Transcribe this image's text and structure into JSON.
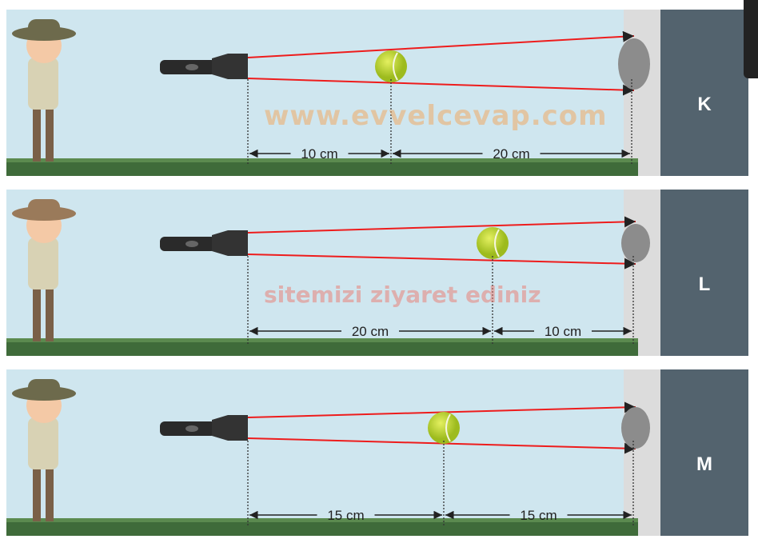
{
  "panels": [
    {
      "label": "K",
      "left_distance": "10 cm",
      "right_distance": "20 cm",
      "left_cm": 10,
      "right_cm": 20,
      "shadow_size": "large"
    },
    {
      "label": "L",
      "left_distance": "20 cm",
      "right_distance": "10 cm",
      "left_cm": 20,
      "right_cm": 10,
      "shadow_size": "small"
    },
    {
      "label": "M",
      "left_distance": "15 cm",
      "right_distance": "15 cm",
      "left_cm": 15,
      "right_cm": 15,
      "shadow_size": "medium"
    }
  ],
  "watermark": {
    "line1": "www.evvelcevap.com",
    "line2": "sitemizi ziyaret ediniz"
  },
  "colors": {
    "sky": "#cfe6ef",
    "wall_light": "#dcdcdc",
    "wall_dark": "#53636e",
    "beam": "#ee1c1c",
    "ball": "#c6dc3a",
    "shadow": "#8c8c8c",
    "grass": "#3f6b3a"
  }
}
